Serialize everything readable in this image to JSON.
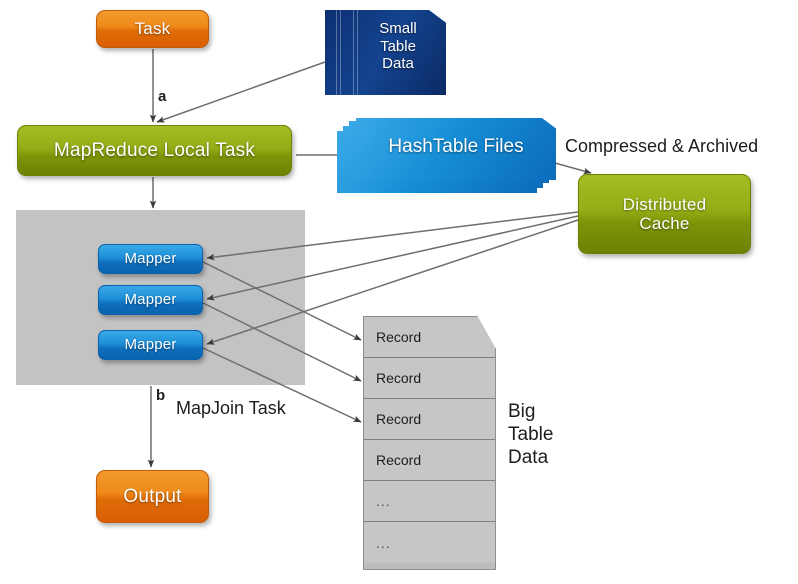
{
  "diagram": {
    "title": "Hive MapJoin execution flow",
    "nodes": {
      "task": {
        "label": "Task",
        "color": "#e07a12"
      },
      "mapreduce_local_task": {
        "label": "MapReduce Local Task",
        "color": "#8ba410"
      },
      "small_table_data": {
        "label": "Small\nTable\nData",
        "lines": [
          "Small",
          "Table",
          "Data"
        ],
        "color": "#13408a"
      },
      "hashtable_files": {
        "label": "HashTable Files",
        "color": "#1a8ed6"
      },
      "distributed_cache": {
        "label": "Distributed\nCache",
        "lines": [
          "Distributed",
          "Cache"
        ],
        "color": "#93ad14"
      },
      "output": {
        "label": "Output",
        "color": "#e07a12"
      },
      "mapjoin_region": {
        "label": "MapJoin Task",
        "color": "#c3c3c3"
      },
      "mappers": [
        {
          "label": "Mapper"
        },
        {
          "label": "Mapper"
        },
        {
          "label": "Mapper"
        }
      ],
      "big_table": {
        "label_lines": [
          "Big",
          "Table",
          "Data"
        ],
        "rows": [
          "Record",
          "Record",
          "Record",
          "Record",
          "...",
          "..."
        ],
        "color": "#c6c6c6"
      }
    },
    "labels": {
      "step_a": "a",
      "step_b": "b",
      "mapjoin_task": "MapJoin Task",
      "compressed_archived": "Compressed & Archived",
      "big_table_line1": "Big",
      "big_table_line2": "Table",
      "big_table_line3": "Data"
    },
    "edges": [
      {
        "from": "task",
        "to": "mapreduce_local_task",
        "label": "a"
      },
      {
        "from": "small_table_data",
        "to": "mapreduce_local_task",
        "label": ""
      },
      {
        "from": "mapreduce_local_task",
        "to": "hashtable_files",
        "label": ""
      },
      {
        "from": "hashtable_files",
        "to": "distributed_cache",
        "label": "Compressed & Archived"
      },
      {
        "from": "mapreduce_local_task",
        "to": "mapjoin_region",
        "label": ""
      },
      {
        "from": "distributed_cache",
        "to": "mapper_1",
        "label": ""
      },
      {
        "from": "distributed_cache",
        "to": "mapper_2",
        "label": ""
      },
      {
        "from": "distributed_cache",
        "to": "mapper_3",
        "label": ""
      },
      {
        "from": "mapper_1",
        "to": "big_table_record_1",
        "label": ""
      },
      {
        "from": "mapper_2",
        "to": "big_table_record_2",
        "label": ""
      },
      {
        "from": "mapper_3",
        "to": "big_table_record_3",
        "label": ""
      },
      {
        "from": "mapjoin_region",
        "to": "output",
        "label": "b"
      }
    ]
  }
}
